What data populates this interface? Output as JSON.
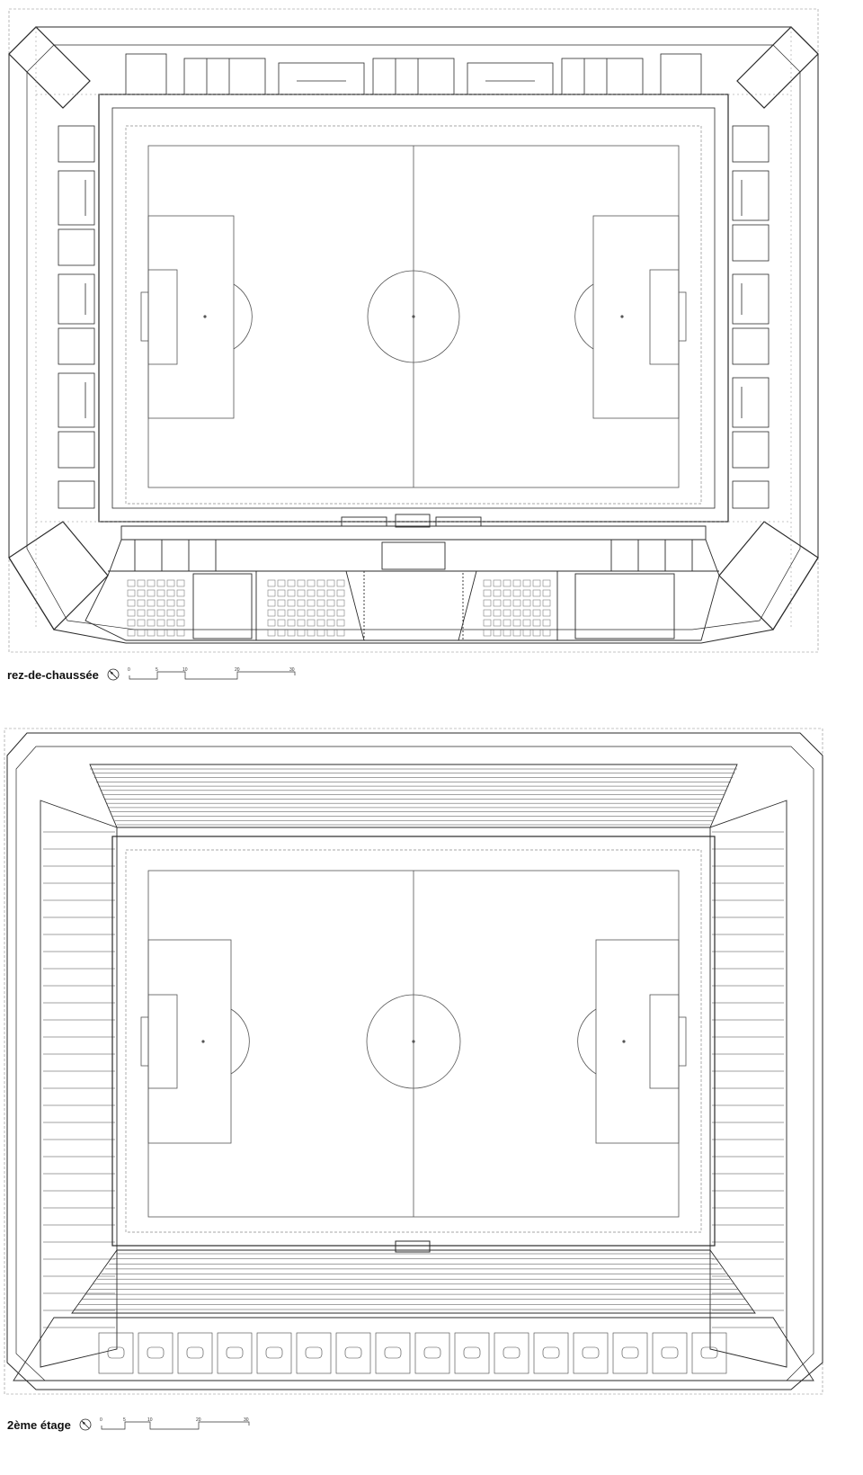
{
  "plans": [
    {
      "id": "ground-floor",
      "title": "rez-de-chaussée",
      "scale_labels": [
        "0",
        "5",
        "10",
        "20",
        "30"
      ]
    },
    {
      "id": "second-floor",
      "title": "2ème étage",
      "scale_labels": [
        "0",
        "5",
        "10",
        "20",
        "30"
      ]
    }
  ],
  "colors": {
    "line": "#2a2a2a",
    "thin": "#666666",
    "dashed": "#8a8a8a",
    "paper": "#ffffff"
  },
  "icons": {
    "north": "north-arrow-icon"
  }
}
